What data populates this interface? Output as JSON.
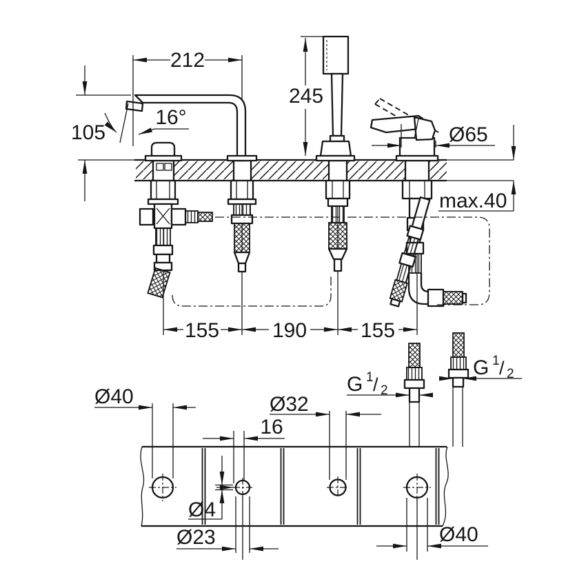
{
  "colors": {
    "ink": "#151515",
    "paper": "#ffffff"
  },
  "elevation_dims": {
    "spout_reach": "212",
    "shower_height": "245",
    "spout_height": "105",
    "spout_angle": "16°",
    "handle_diameter": "Ø65",
    "max_deck_thickness": "max.40",
    "spacing_left": "155",
    "spacing_middle": "190",
    "spacing_right": "155",
    "thread_left": {
      "base": "G",
      "numerator": "1",
      "slash": "/",
      "denominator": "2"
    },
    "thread_right": {
      "base": "G",
      "numerator": "1",
      "slash": "/",
      "denominator": "2"
    }
  },
  "plan_dims": {
    "hole_diverter": "Ø40",
    "pin_offset": "16",
    "pin_diameter": "Ø4",
    "hole_spout": "Ø23",
    "hole_shower": "Ø32",
    "hole_valve": "Ø40"
  }
}
